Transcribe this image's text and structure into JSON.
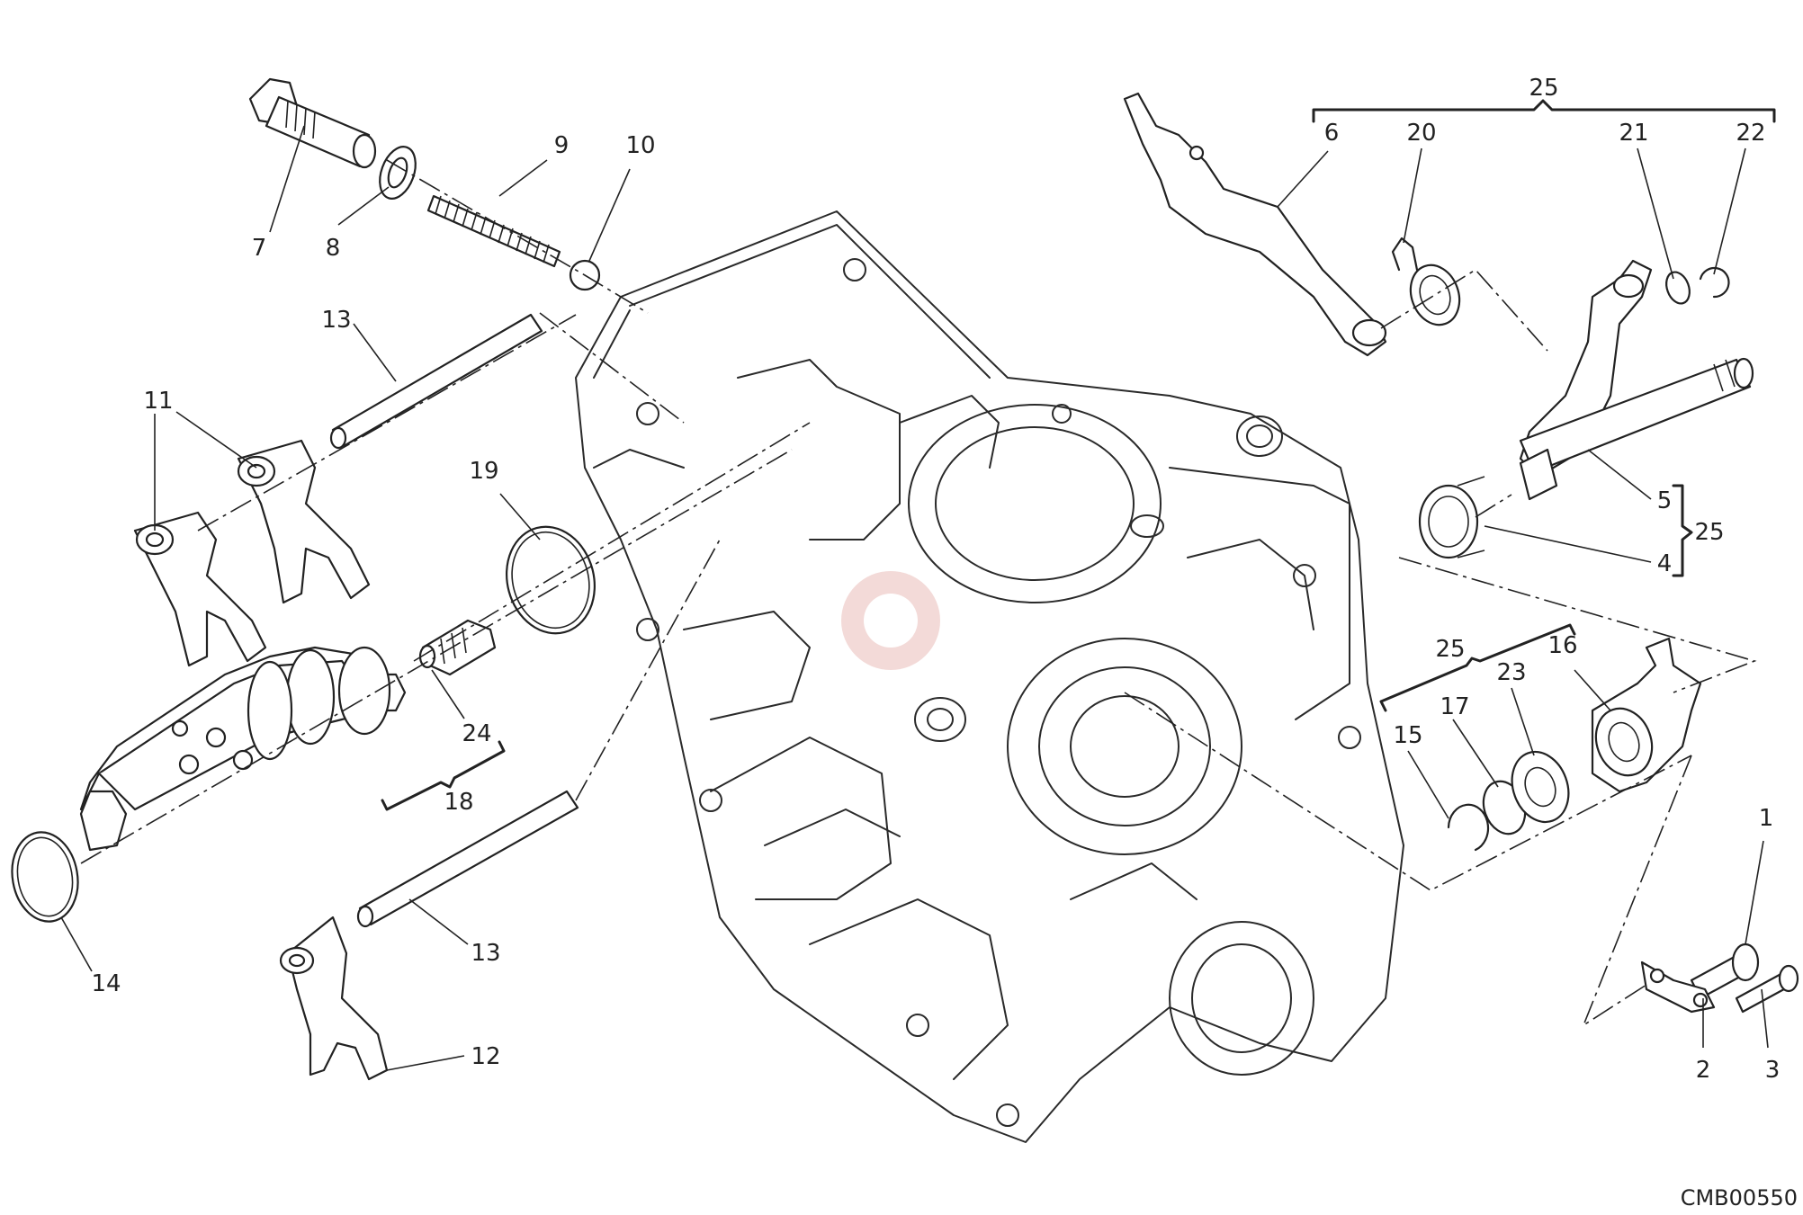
{
  "diagram": {
    "code": "CMB00550",
    "callouts": [
      {
        "id": "c1",
        "text": "1"
      },
      {
        "id": "c2",
        "text": "2"
      },
      {
        "id": "c3",
        "text": "3"
      },
      {
        "id": "c4",
        "text": "4"
      },
      {
        "id": "c5",
        "text": "5"
      },
      {
        "id": "c6",
        "text": "6"
      },
      {
        "id": "c7",
        "text": "7"
      },
      {
        "id": "c8",
        "text": "8"
      },
      {
        "id": "c9",
        "text": "9"
      },
      {
        "id": "c10",
        "text": "10"
      },
      {
        "id": "c11",
        "text": "11"
      },
      {
        "id": "c12",
        "text": "12"
      },
      {
        "id": "c13a",
        "text": "13"
      },
      {
        "id": "c13b",
        "text": "13"
      },
      {
        "id": "c14",
        "text": "14"
      },
      {
        "id": "c15",
        "text": "15"
      },
      {
        "id": "c16",
        "text": "16"
      },
      {
        "id": "c17",
        "text": "17"
      },
      {
        "id": "c18",
        "text": "18"
      },
      {
        "id": "c19",
        "text": "19"
      },
      {
        "id": "c20",
        "text": "20"
      },
      {
        "id": "c21",
        "text": "21"
      },
      {
        "id": "c22",
        "text": "22"
      },
      {
        "id": "c23",
        "text": "23"
      },
      {
        "id": "c24",
        "text": "24"
      },
      {
        "id": "c25a",
        "text": "25"
      },
      {
        "id": "c25b",
        "text": "25"
      },
      {
        "id": "c25c",
        "text": "25"
      }
    ]
  }
}
